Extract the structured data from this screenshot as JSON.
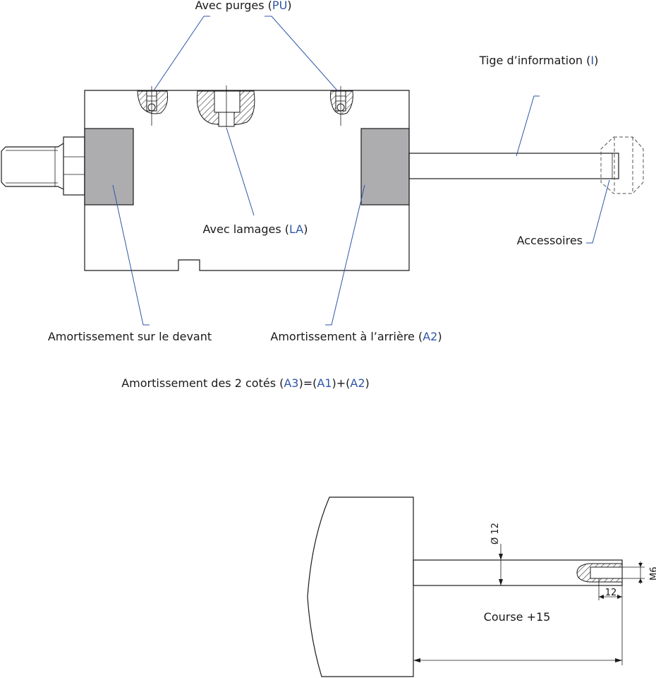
{
  "labels": {
    "purges": {
      "text": "Avec purges (",
      "code": "PU",
      "close": ")"
    },
    "tige": {
      "text": "Tige d’information (",
      "code": "I",
      "close": ")"
    },
    "lamages": {
      "text": "Avec lamages (",
      "code": "LA",
      "close": ")"
    },
    "accessoires": "Accessoires",
    "amort_devant": "Amortissement sur le devant",
    "amort_arriere": {
      "text": "Amortissement à l’arrière (",
      "code": "A2",
      "close": ")"
    },
    "amort_2cotes": {
      "text": "Amortissement des 2 cotés (",
      "code1": "A3",
      "mid1": ")=(",
      "code2": "A1",
      "mid2": ")+(",
      "code3": "A2",
      "close": ")"
    }
  },
  "dimensions": {
    "diameter": "Ø 12",
    "thread": "M6",
    "thread_depth": "12",
    "course": "Course +15"
  },
  "colors": {
    "code_blue": "#2f56a8",
    "pad_gray": "#adadb0"
  }
}
